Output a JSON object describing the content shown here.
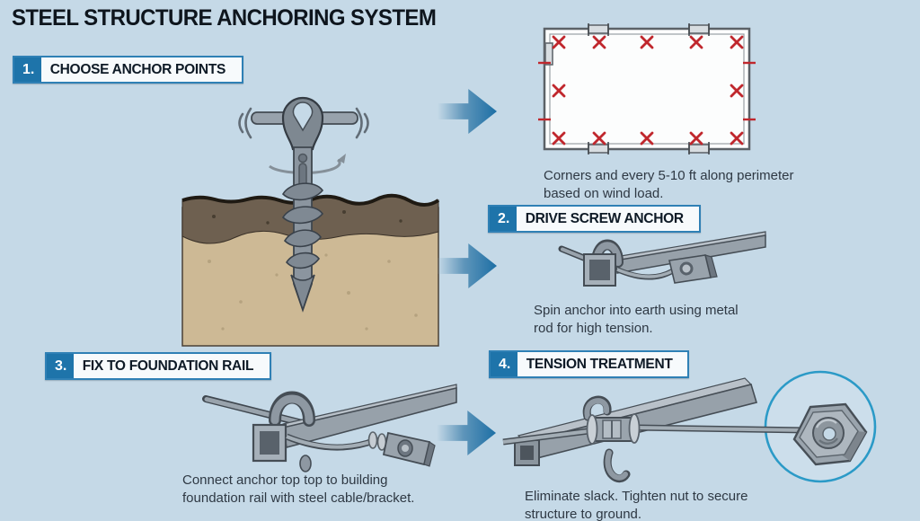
{
  "title": "STEEL STRUCTURE ANCHORING SYSTEM",
  "steps": [
    {
      "number": "1.",
      "label": "CHOOSE ANCHOR POINTS",
      "caption": "Corners and every 5-10 ft along perimeter based on wind load.",
      "illustration": "helical screw anchor being driven into soil"
    },
    {
      "number": "2.",
      "label": "DRIVE SCREW ANCHOR",
      "caption": "Spin anchor into earth using metal rod for high tension.",
      "illustration": "anchor head with rod, rail and cable bracket"
    },
    {
      "number": "3.",
      "label": "FIX TO FOUNDATION RAIL",
      "caption": "Connect anchor top top to building foundation rail with steel cable/bracket.",
      "illustration": "shackle on square foundation rail with steel cable to bracket"
    },
    {
      "number": "4.",
      "label": "TENSION TREATMENT",
      "caption": "Eliminate slack. Tighten nut to secure structure to ground.",
      "illustration": "turnbuckle on cable across rail with zoom detail of hex nut"
    }
  ],
  "plan_diagram": {
    "marker_symbol": "✕",
    "marker_color": "#c0272d",
    "marker_counts": {
      "top_edge": 5,
      "bottom_edge": 5,
      "left_edge_middle": 1,
      "right_edge_middle": 1
    },
    "meaning": "anchor point locations at corners and along perimeter of rectangular structure footprint"
  },
  "icons": {
    "arrow-right-icon": "►",
    "anchor-point-marker": "✕",
    "magnifier-circle": "○"
  },
  "colors": {
    "background": "#c5d9e7",
    "accent_blue": "#1e74aa",
    "header_border": "#2f80b5",
    "title_text": "#0e151d",
    "caption_text": "#2e3843",
    "marker_red": "#c0272d",
    "metal_gray": "#97a1ab",
    "soil_dark": "#6e6050",
    "soil_light": "#cdb995",
    "magnifier_blue": "#2b9ac7"
  }
}
